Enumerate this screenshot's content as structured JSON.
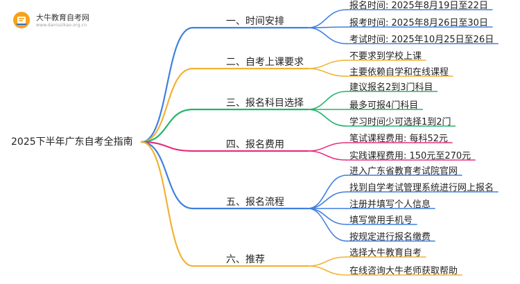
{
  "logo": {
    "name": "大牛教育自考网",
    "url": "www.daniuzikao.org.cn"
  },
  "root": {
    "label": "2025下半年广东自考全指南"
  },
  "branches": [
    {
      "label": "一、时间安排",
      "color": "#3f7fe0",
      "leaves": [
        "报名时间: 2025年8月19日至22日",
        "报考时间: 2025年8月26日至30日",
        "考试时间: 2025年10月25日至26日"
      ]
    },
    {
      "label": "二、自考上课要求",
      "color": "#f2b233",
      "leaves": [
        "不要求到学校上课",
        "主要依赖自学和在线课程"
      ]
    },
    {
      "label": "三、报名科目选择",
      "color": "#22b36a",
      "leaves": [
        "建议报名2到3门科目",
        "最多可报4门科目",
        "学习时间少可选择1到2门"
      ]
    },
    {
      "label": "四、报名费用",
      "color": "#e52e7d",
      "leaves": [
        "笔试课程费用: 每科52元",
        "实践课程费用: 150元至270元"
      ]
    },
    {
      "label": "五、报名流程",
      "color": "#3f7fe0",
      "leaves": [
        "进入广东省教育考试院官网",
        "找到自学考试管理系统进行网上报名",
        "注册并填写个人信息",
        "填写常用手机号",
        "按规定进行报名缴费"
      ]
    },
    {
      "label": "六、推荐",
      "color": "#f2b233",
      "leaves": [
        "选择大牛教育自考",
        "在线咨询大牛老师获取帮助"
      ]
    }
  ]
}
